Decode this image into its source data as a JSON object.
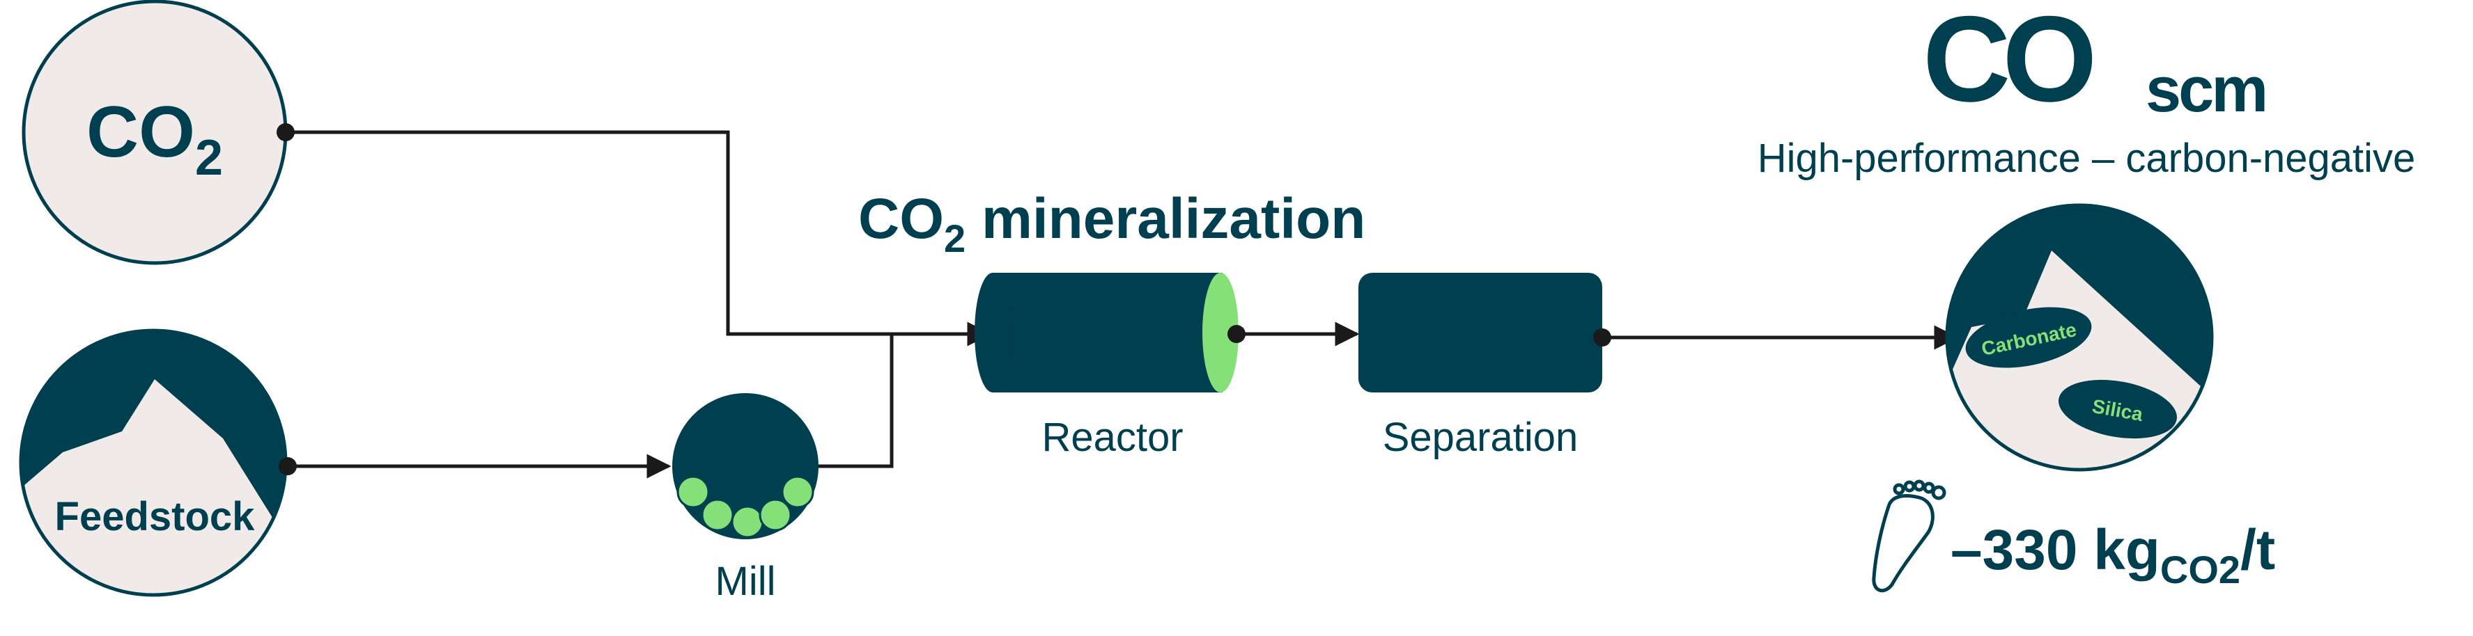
{
  "colors": {
    "teal": "#003f4f",
    "beige": "#f0ebe8",
    "green": "#86e07a",
    "line": "#1a1a1a"
  },
  "inputs": {
    "co2": {
      "main": "CO",
      "sub": "2"
    },
    "feedstock": {
      "label": "Feedstock"
    }
  },
  "process": {
    "title_main": "CO",
    "title_sub": "2",
    "title_rest": " mineralization",
    "mill_label": "Mill",
    "reactor_label": "Reactor",
    "separation_label": "Separation"
  },
  "product": {
    "logo_main": "CO",
    "logo_small": "scm",
    "tagline": "High-performance – carbon-negative",
    "carbonate": "Carbonate",
    "silica": "Silica",
    "footprint_value": "–330 kg",
    "footprint_sub": "CO2",
    "footprint_unit": "/t"
  },
  "icons": {
    "footprint": "footprint-icon",
    "mountain": "mountain-icon",
    "grinding_balls": "grinding-balls-icon"
  }
}
